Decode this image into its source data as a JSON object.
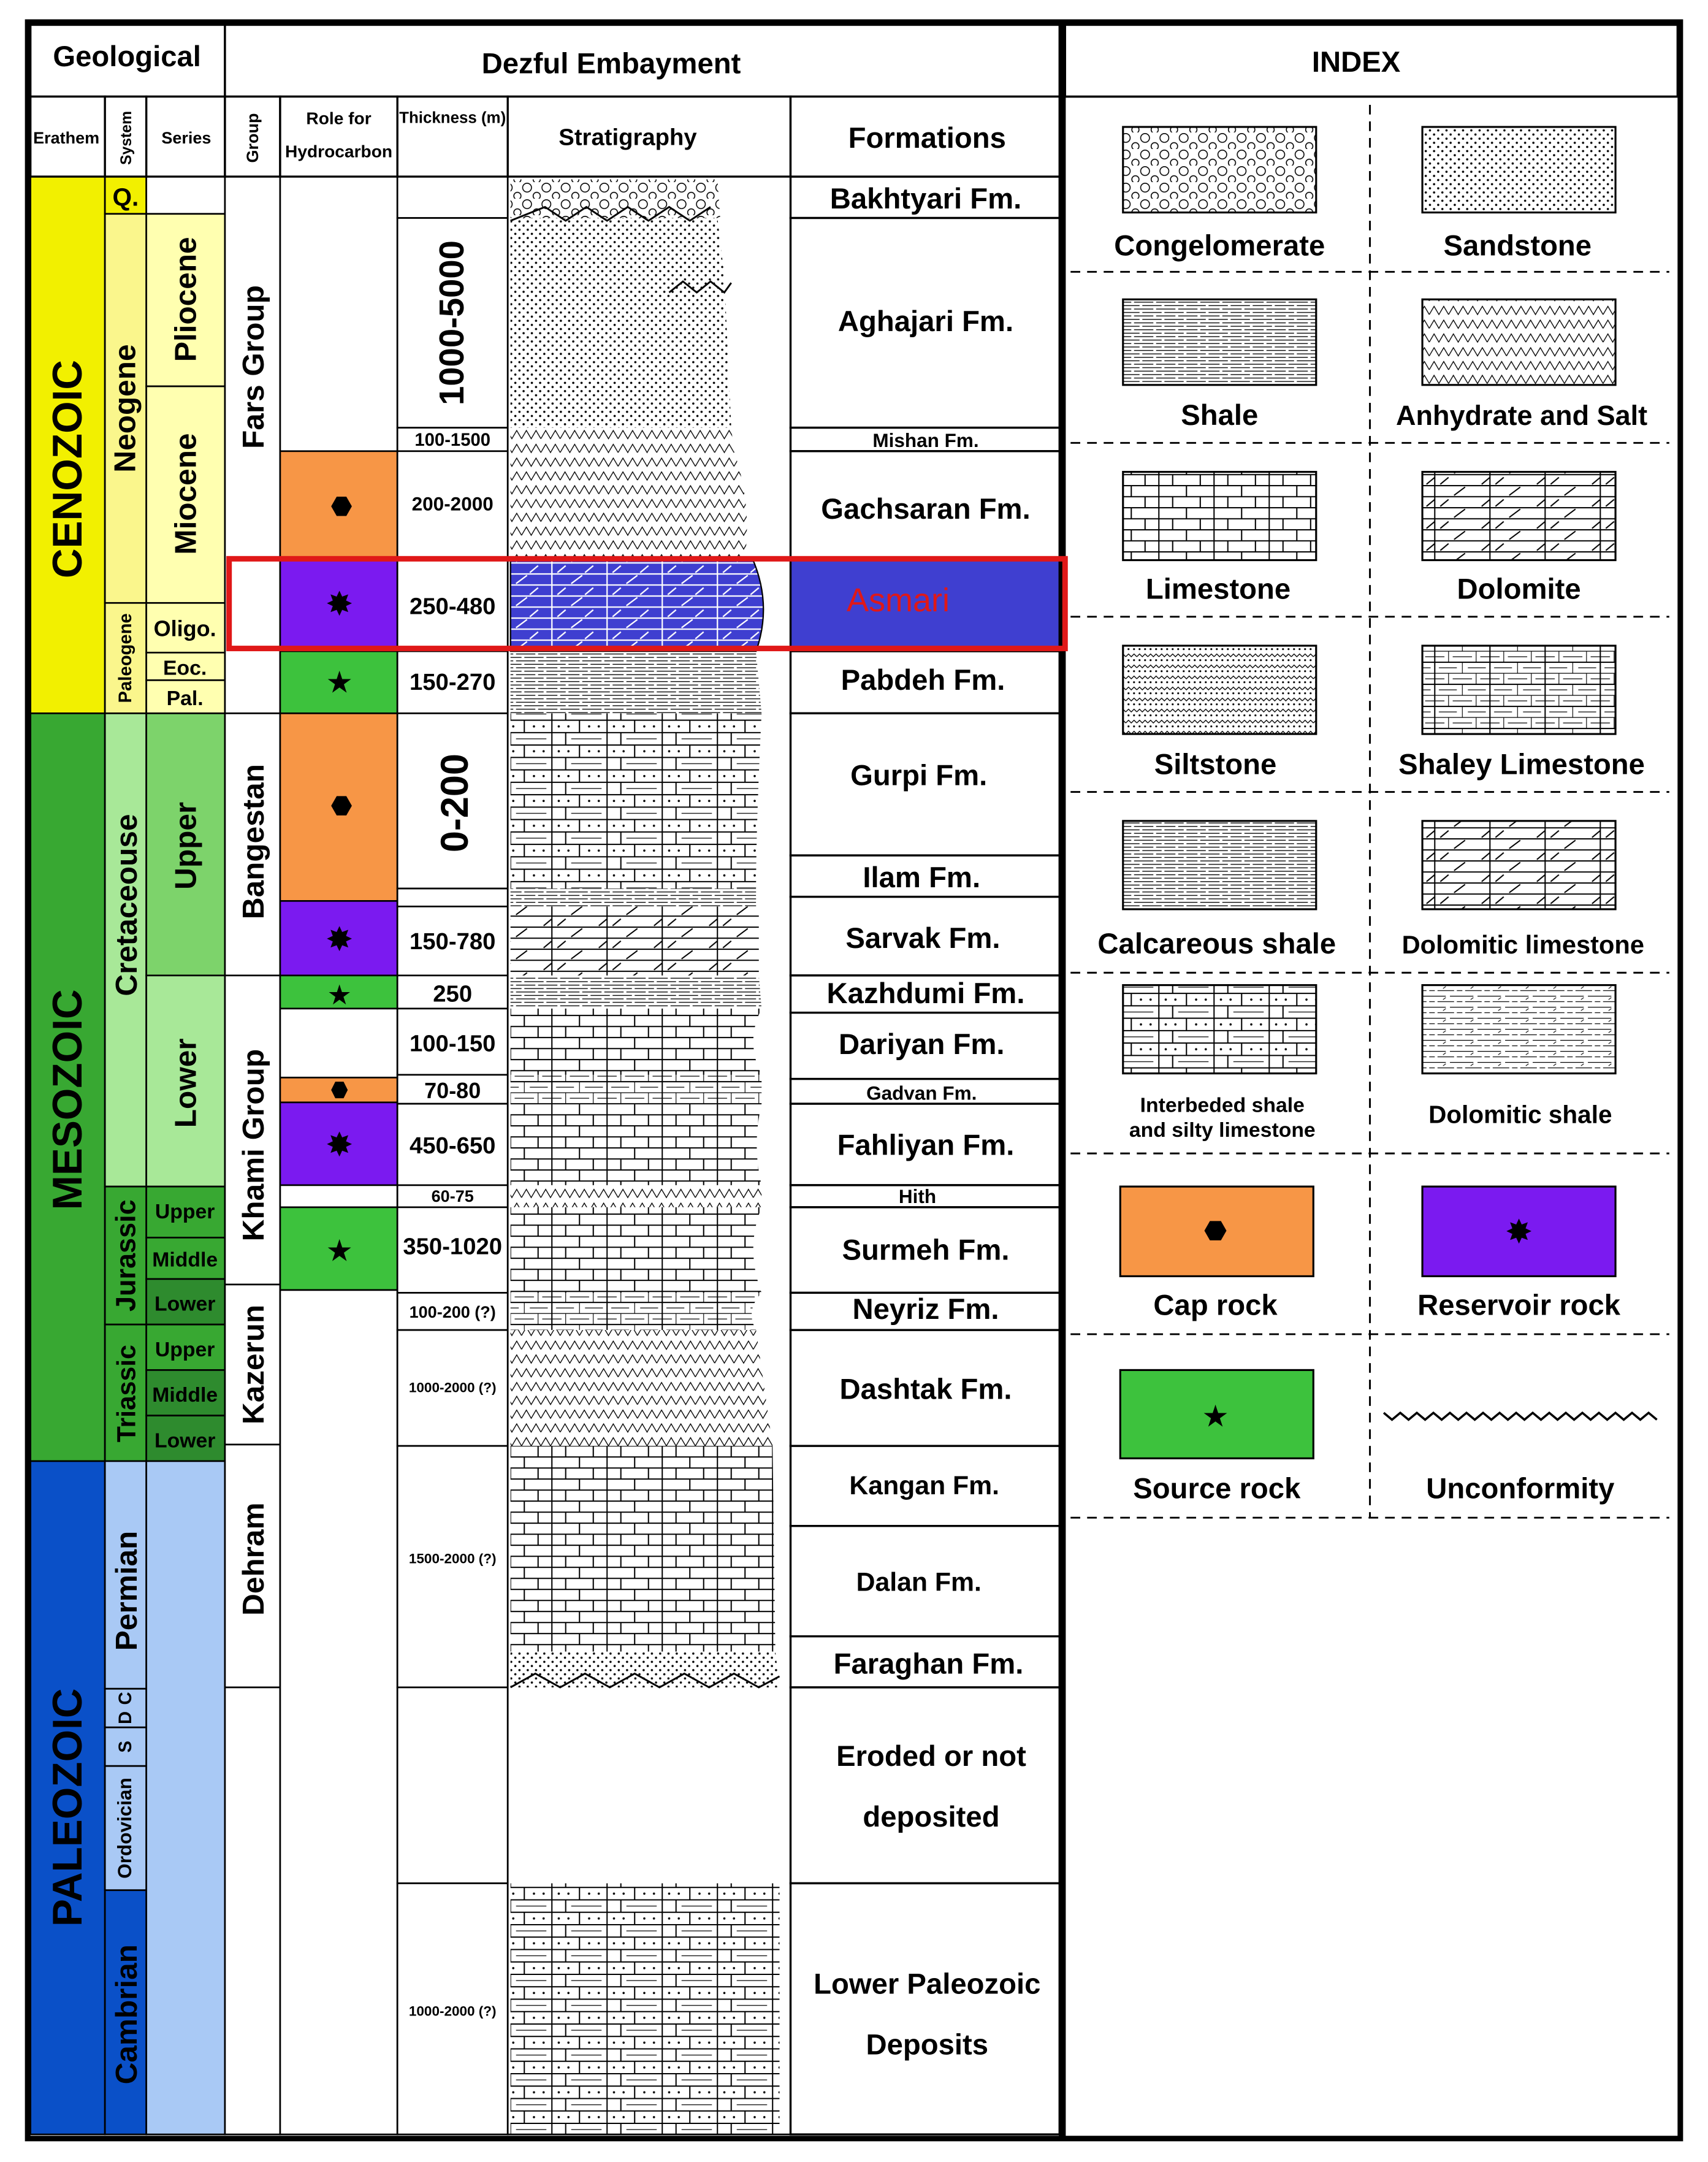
{
  "headers": {
    "geological": "Geological",
    "basin": "Dezful Embayment",
    "index": "INDEX",
    "erathem": "Erathem",
    "system": "System",
    "series": "Series",
    "group": "Group",
    "role": "Role for Hydrocarbon",
    "thickness": "Thickness (m)",
    "stratigraphy": "Stratigraphy",
    "formations": "Formations"
  },
  "erathems": [
    "CENOZOIC",
    "MESOZOIC",
    "PALEOZOIC"
  ],
  "systems": [
    "Q.",
    "Neogene",
    "Paleogene",
    "Cretaceouse",
    "Jurassic",
    "Triassic",
    "Permian",
    "Cambrian",
    "Ordovician",
    "S",
    "D",
    "C"
  ],
  "series": [
    "Pliocene",
    "Miocene",
    "Oligo.",
    "Eoc.",
    "Pal.",
    "Upper",
    "Lower",
    "Upper",
    "Middle",
    "Lower",
    "Upper",
    "Middle",
    "Lower"
  ],
  "groups": [
    "Fars Group",
    "Bangestan",
    "Khami Group",
    "Kazerun",
    "Dehram"
  ],
  "thickness": [
    "1000-5000",
    "100-1500",
    "200-2000",
    "250-480",
    "150-270",
    "0-200",
    "150-780",
    "250",
    "100-150",
    "70-80",
    "450-650",
    "60-75",
    "350-1020",
    "100-200 (?)",
    "1000-2000 (?)",
    "1500-2000 (?)",
    "1000-2000 (?)"
  ],
  "formations": [
    "Bakhtyari Fm.",
    "Aghajari Fm.",
    "Mishan Fm.",
    "Gachsaran Fm.",
    "Asmari",
    "Pabdeh Fm.",
    "Gurpi Fm.",
    "Ilam Fm.",
    "Sarvak Fm.",
    "Kazhdumi Fm.",
    "Dariyan Fm.",
    "Gadvan Fm.",
    "Fahliyan Fm.",
    "Hith",
    "Surmeh Fm.",
    "Neyriz Fm.",
    "Dashtak Fm.",
    "Kangan Fm.",
    "Dalan Fm.",
    "Faraghan Fm.",
    "Eroded or not",
    "deposited",
    "Lower Paleozoic",
    "Deposits"
  ],
  "legend": [
    "Congelomerate",
    "Sandstone",
    "Shale",
    "Anhydrate and Salt",
    "Limestone",
    "Dolomite",
    "Siltstone",
    "Shaley Limestone",
    "Calcareous shale",
    "Dolomitic limestone",
    "Interbeded shale",
    "and silty limestone",
    "Dolomitic shale",
    "Cap rock",
    "Reservoir rock",
    "Source rock",
    "Unconformity"
  ],
  "colors": {
    "cenozoic": "#F2F000",
    "cenozoic_light": "#FAF68C",
    "cenozoic_pale": "#FFFFB0",
    "mesozoic": "#38A832",
    "mesozoic_mid": "#7DD36B",
    "mesozoic_light": "#A8E898",
    "jurassic_mid": "#2E8B2E",
    "paleozoic": "#0A50C8",
    "paleozoic_light": "#A9C9F5",
    "cap_rock": "#F79646",
    "reservoir_rock": "#7B1AF0",
    "source_rock": "#3DC23D",
    "asmari_fill": "#3F3FD0",
    "highlight": "#E01818"
  }
}
